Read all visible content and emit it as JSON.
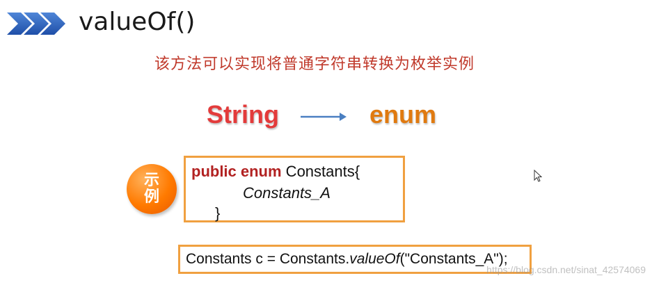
{
  "slide": {
    "title": "valueOf()",
    "subtitle": "该方法可以实现将普通字符串转换为枚举实例",
    "header_icon": "triple-chevron-icon"
  },
  "conversion": {
    "from": "String",
    "to": "enum",
    "arrow_icon": "right-arrow-icon"
  },
  "badge": {
    "line1": "示",
    "line2": "例"
  },
  "code_example": {
    "line1_keywords": "public enum",
    "line1_rest": " Constants{",
    "line2": "Constants_A",
    "line3": "}"
  },
  "call_example": {
    "prefix": "Constants c = Constants.",
    "method": "valueOf",
    "suffix": "(\"Constants_A\");"
  },
  "watermark": "https://blog.csdn.net/sinat_42574069",
  "colors": {
    "subtitle": "#c0392b",
    "from_label": "#e33b3b",
    "to_label": "#e07a10",
    "arrow": "#4a7fc1",
    "box_border": "#f0a040",
    "keyword": "#b22222",
    "badge": "#ff7a00",
    "chevron": "#2a5db0"
  }
}
